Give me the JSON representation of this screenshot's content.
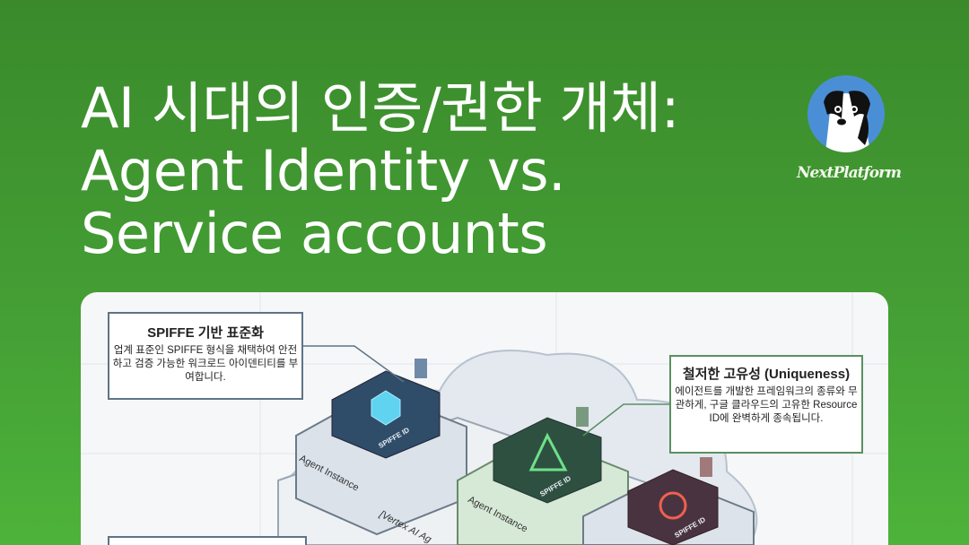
{
  "title": {
    "lines": [
      "AI 시대의 인증/권한 개체:",
      "Agent Identity vs.",
      "Service accounts"
    ]
  },
  "brand": {
    "name": "NextPlatform",
    "logo_icon": "dog-avatar-icon"
  },
  "colors": {
    "background": "#45a035",
    "text": "#ffffff",
    "logo_bg": "#4a8fd6"
  },
  "diagram": {
    "callouts": [
      {
        "heading": "SPIFFE 기반 표준화",
        "body": "업계 표준인 SPIFFE 형식을 채택하여 안전하고 검증 가능한 워크로드 아이덴티티를 부여합니다."
      },
      {
        "heading": "철저한 고유성 (Uniqueness)",
        "body": "에이전트를 개발한 프레임워크의 종류와 무관하게, 구글 클라우드의 고유한 Resource ID에 완벽하게 종속됩니다."
      }
    ],
    "instance_label": "Agent Instance",
    "badge_label": "SPIFFE ID",
    "platform_label": "[Vertex AI Ag"
  }
}
